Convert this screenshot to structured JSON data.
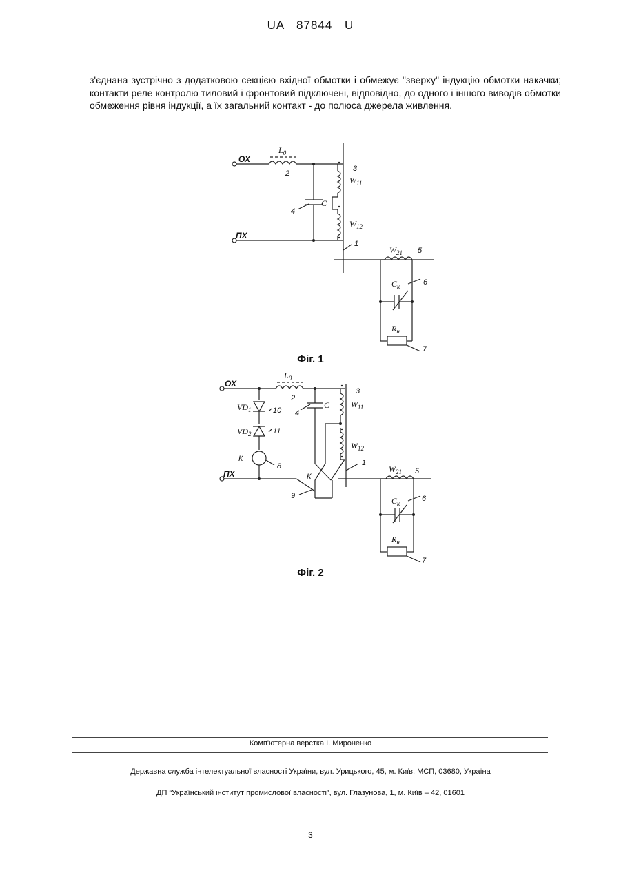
{
  "header": {
    "title": "UA   87844   U"
  },
  "body_text": "з'єднана зустрічно з додатковою секцією вхідної обмотки і обмежує \"зверху\" індукцію обмотки накачки; контакти реле контролю тиловий і фронтовий підключені, відповідно, до одного і іншого виводів обмотки обмеження рівня індукції, а їх загальний контакт - до полюса джерела живлення.",
  "fig1": {
    "caption": "Фіг. 1",
    "labels": {
      "ox": "ОХ",
      "px": "ПХ",
      "l0": "L",
      "l0_sub": "0",
      "n2": "2",
      "n3": "3",
      "w11": "W",
      "w11_sub": "11",
      "c": "C",
      "n4": "4",
      "w12": "W",
      "w12_sub": "12",
      "n1": "1",
      "w21": "W",
      "w21_sub": "21",
      "n5": "5",
      "ck": "C",
      "ck_sub": "к",
      "n6": "6",
      "rn": "R",
      "rn_sub": "н",
      "n7": "7"
    }
  },
  "fig2": {
    "caption": "Фіг. 2",
    "labels": {
      "ox": "ОХ",
      "px": "ПХ",
      "l0": "L",
      "l0_sub": "0",
      "n2": "2",
      "n3": "3",
      "w11": "W",
      "w11_sub": "11",
      "c": "C",
      "n4": "4",
      "vd1": "VD",
      "vd1_sub": "1",
      "n10": "10",
      "vd2": "VD",
      "vd2_sub": "2",
      "n11": "11",
      "k": "К",
      "n8": "8",
      "k2": "К",
      "n9": "9",
      "w12": "W",
      "w12_sub": "12",
      "n1": "1",
      "w21": "W",
      "w21_sub": "21",
      "n5": "5",
      "ck": "C",
      "ck_sub": "к",
      "n6": "6",
      "rn": "R",
      "rn_sub": "н",
      "n7": "7"
    }
  },
  "footer": {
    "layout_credit": "Комп'ютерна верстка І. Мироненко",
    "agency": "Державна служба інтелектуальної власності України, вул. Урицького, 45, м. Київ, МСП, 03680, Україна",
    "institute": "ДП “Український інститут промислової власності”, вул. Глазунова, 1, м. Київ – 42, 01601"
  },
  "page_number": "3"
}
